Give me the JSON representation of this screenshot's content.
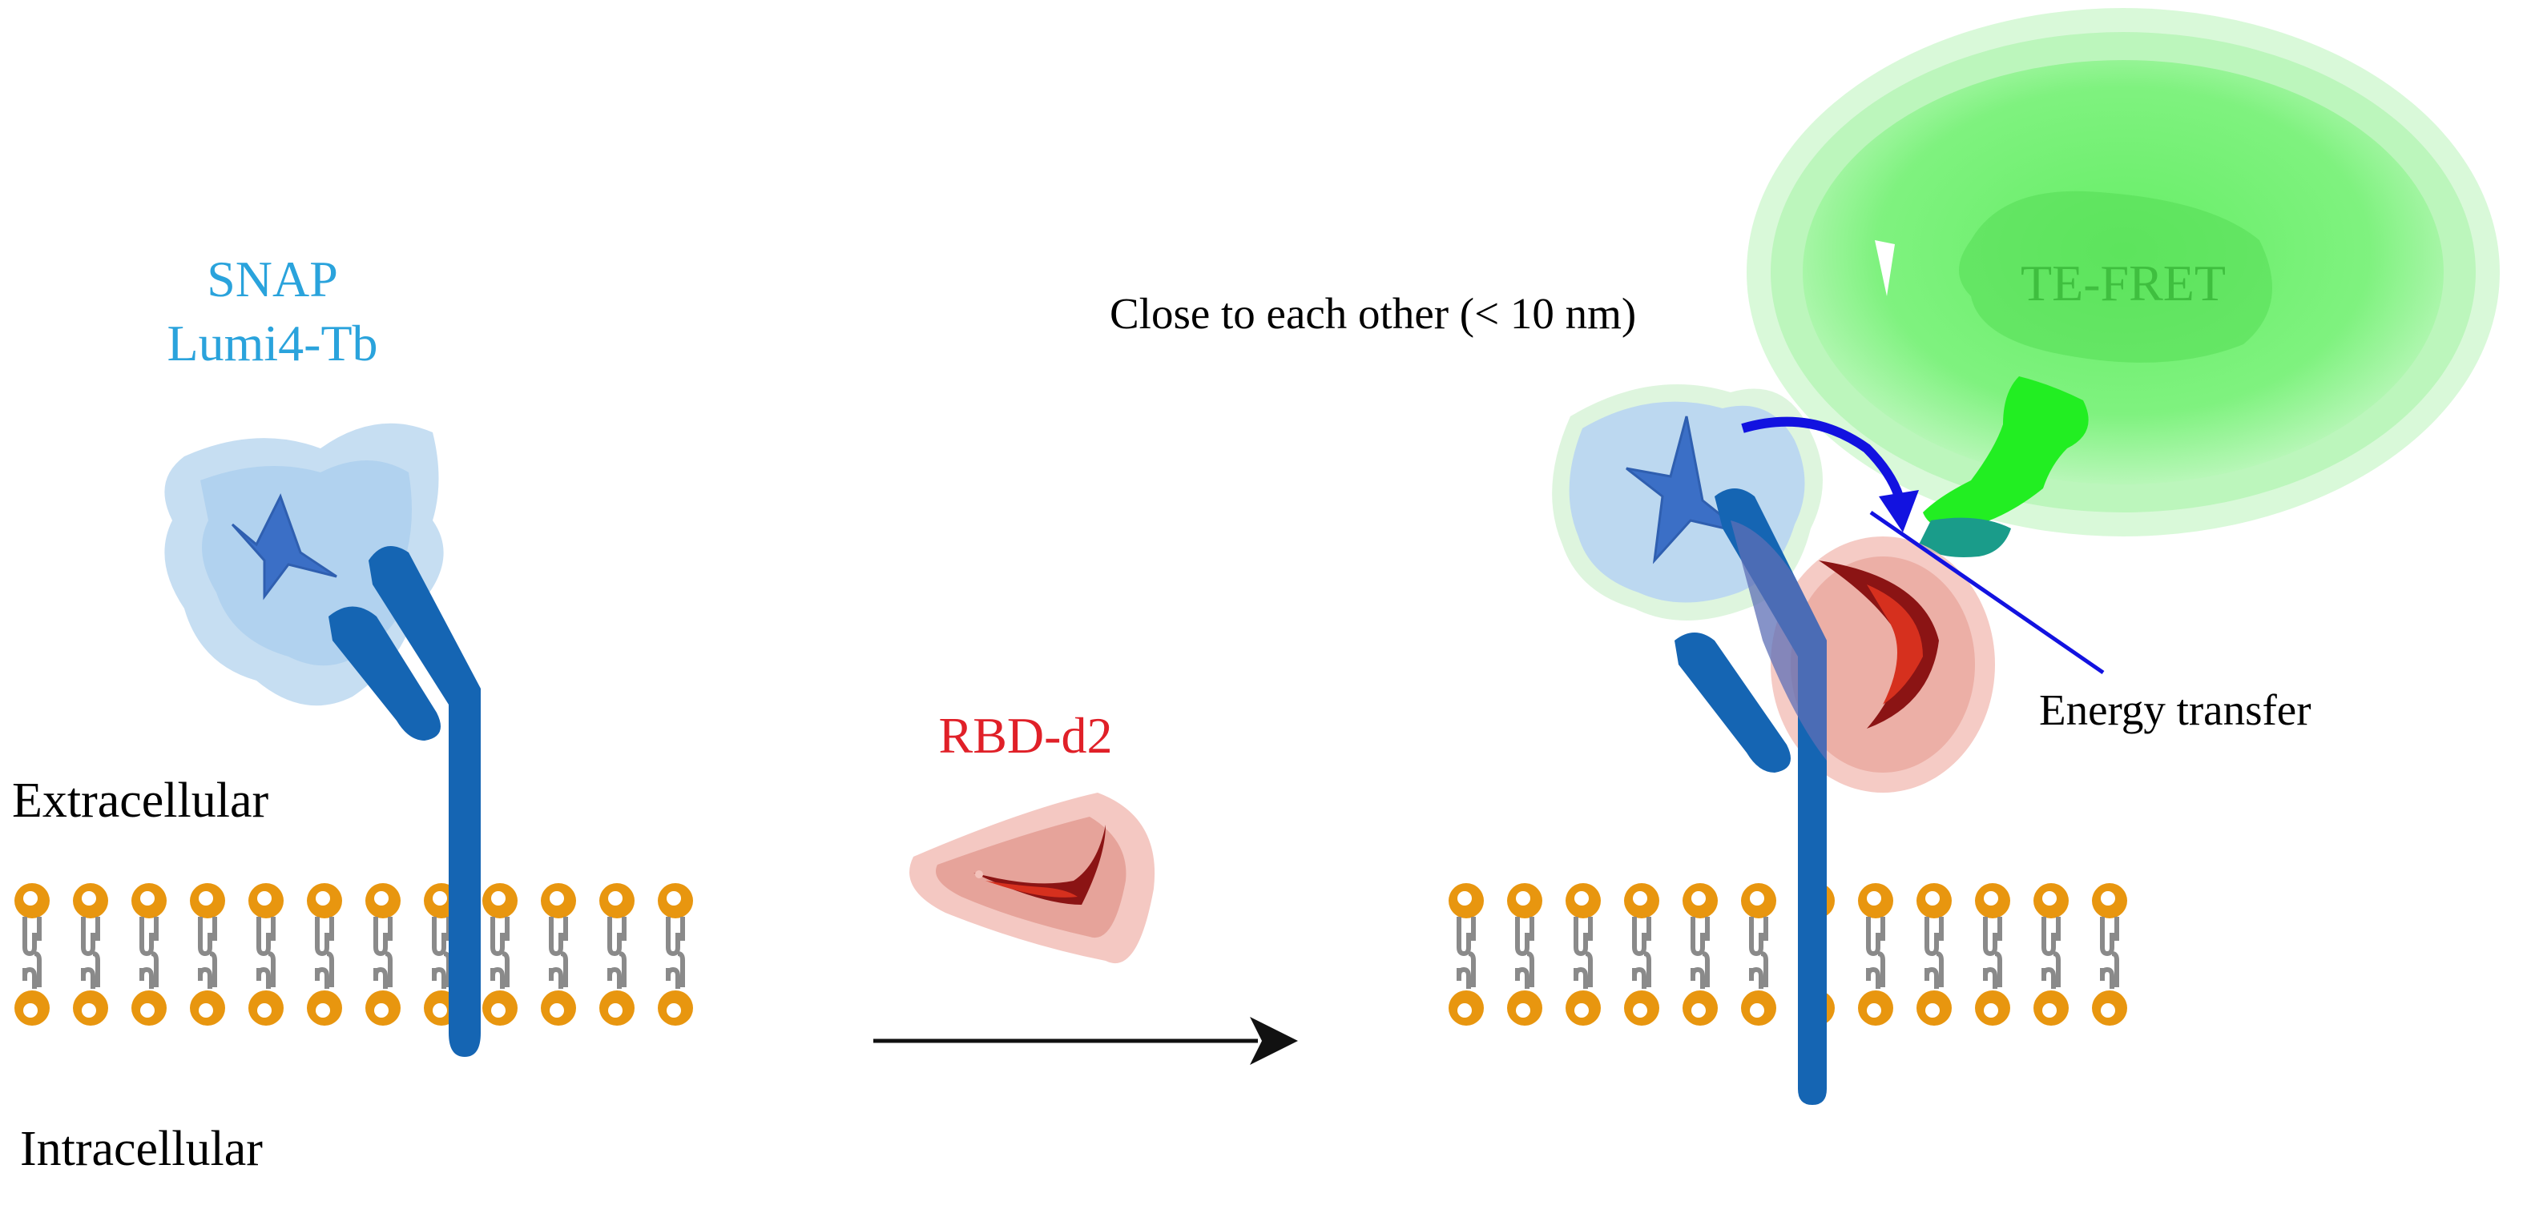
{
  "labels": {
    "snap": "SNAP",
    "lumi": "Lumi4-Tb",
    "extracellular": "Extracellular",
    "intracellular": "Intracellular",
    "rbd": "RBD-d2",
    "close": "Close to each other (< 10 nm)",
    "te_fret": "TE-FRET",
    "energy": "Energy transfer"
  },
  "colors": {
    "snap_text": "#2aa3dc",
    "rbd_text": "#e02028",
    "receptor": "#1565b3",
    "lipid_head": "#e8960f",
    "lipid_tail": "#8a8a8a",
    "halo": "#bcd8f0",
    "star": "#3b6fc6",
    "rbd_outer": "#f3c2bb",
    "rbd_inner": "#8b1414",
    "fret_green": "#7cf27c",
    "arrow_blue": "#1212e0"
  }
}
